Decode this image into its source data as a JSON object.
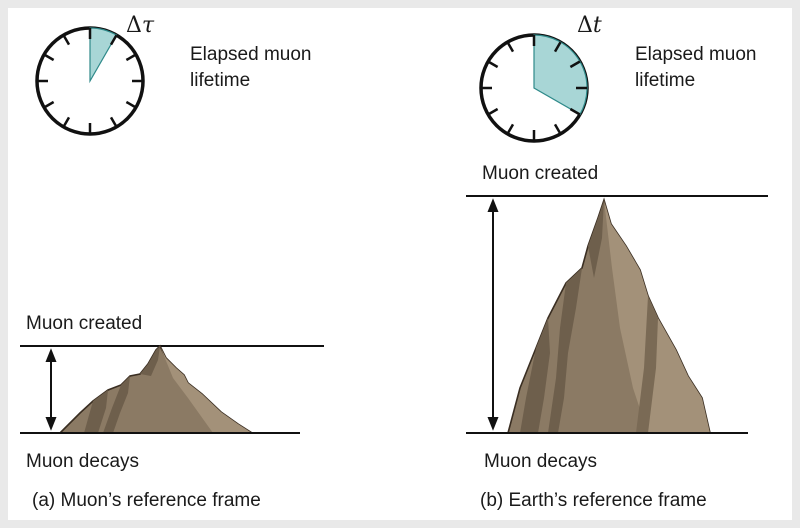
{
  "panel_a": {
    "clock_symbol_delta": "Δ",
    "clock_symbol_var": "τ",
    "clock_caption_line1": "Elapsed muon",
    "clock_caption_line2": "lifetime",
    "elapsed_fraction": 0.083,
    "top_label": "Muon created",
    "bottom_label": "Muon decays",
    "frame_caption": "(a) Muon’s reference frame"
  },
  "panel_b": {
    "clock_symbol_delta": "Δ",
    "clock_symbol_var": "t",
    "clock_caption_line1": "Elapsed muon",
    "clock_caption_line2": "lifetime",
    "elapsed_fraction": 0.333,
    "top_label": "Muon created",
    "bottom_label": "Muon decays",
    "frame_caption": "(b) Earth’s reference frame"
  },
  "colors": {
    "clock_fill": "#a8d6d6",
    "clock_edge": "#2f8a8a",
    "mountain_base": "#8b7a64",
    "mountain_light": "#a39179",
    "mountain_shadow": "#6e5f4c",
    "mountain_outline": "#3a2e22",
    "line": "#111111"
  }
}
